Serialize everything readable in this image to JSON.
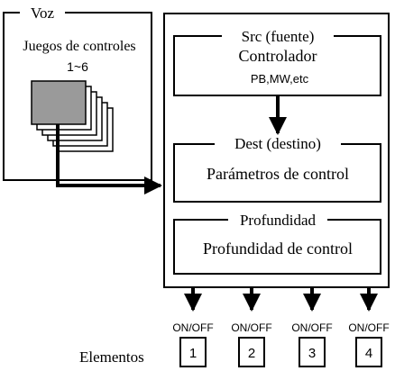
{
  "voice": {
    "label": "Voz",
    "control_sets_label": "Juegos de controles",
    "control_sets_range": "1~6"
  },
  "source": {
    "title": "Src (fuente)",
    "subtitle": "Controlador",
    "detail": "PB,MW,etc"
  },
  "destination": {
    "title": "Dest (destino)",
    "subtitle": "Parámetros de control"
  },
  "depth": {
    "title": "Profundidad",
    "subtitle": "Profundidad de control"
  },
  "elements": {
    "label": "Elementos",
    "switch_label": "ON/OFF",
    "items": [
      "1",
      "2",
      "3",
      "4"
    ]
  }
}
